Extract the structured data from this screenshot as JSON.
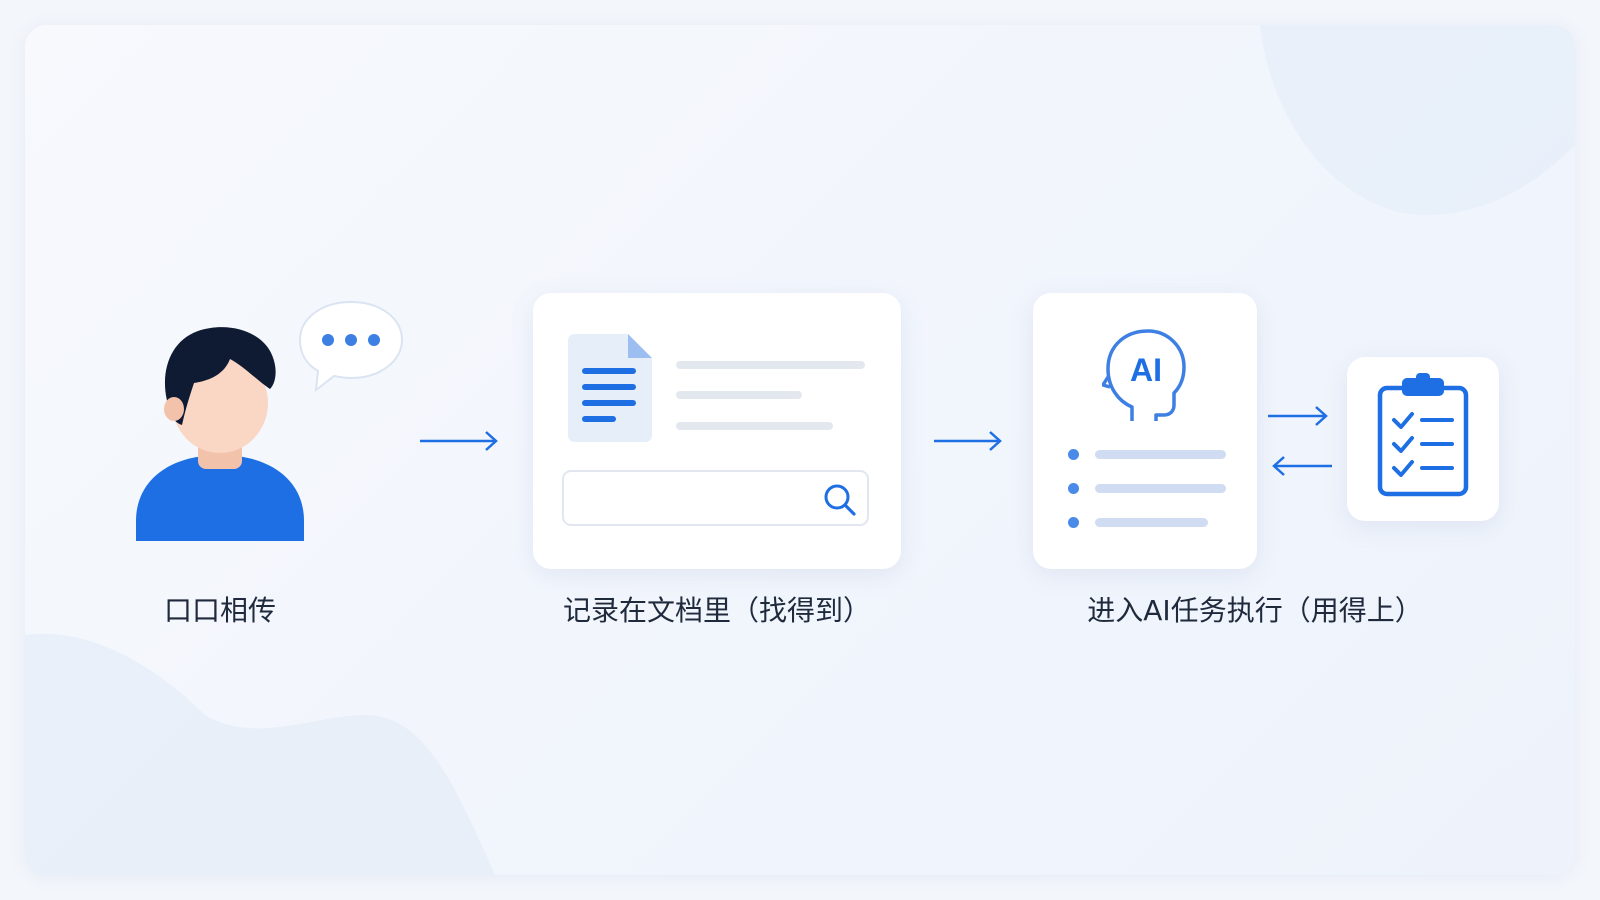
{
  "colors": {
    "accent": "#1d6fe3",
    "accent_light": "#4a8ae8",
    "line_gray": "#e3e7ee",
    "line_blue": "#cfdcf1",
    "skin": "#fad6c4",
    "hair": "#0f1b33",
    "label": "#1f2a3d"
  },
  "stages": [
    {
      "label": "口口相传",
      "icon": "person-speaking-icon"
    },
    {
      "label": "记录在文档里（找得到）",
      "icon": "document-search-icon"
    },
    {
      "label": "进入AI任务执行（用得上）",
      "icon": "ai-head-icon"
    }
  ],
  "ai_icon_text": "AI",
  "flow_arrows": [
    "right-arrow-icon",
    "right-arrow-icon",
    "right-arrow-icon",
    "left-arrow-icon"
  ]
}
